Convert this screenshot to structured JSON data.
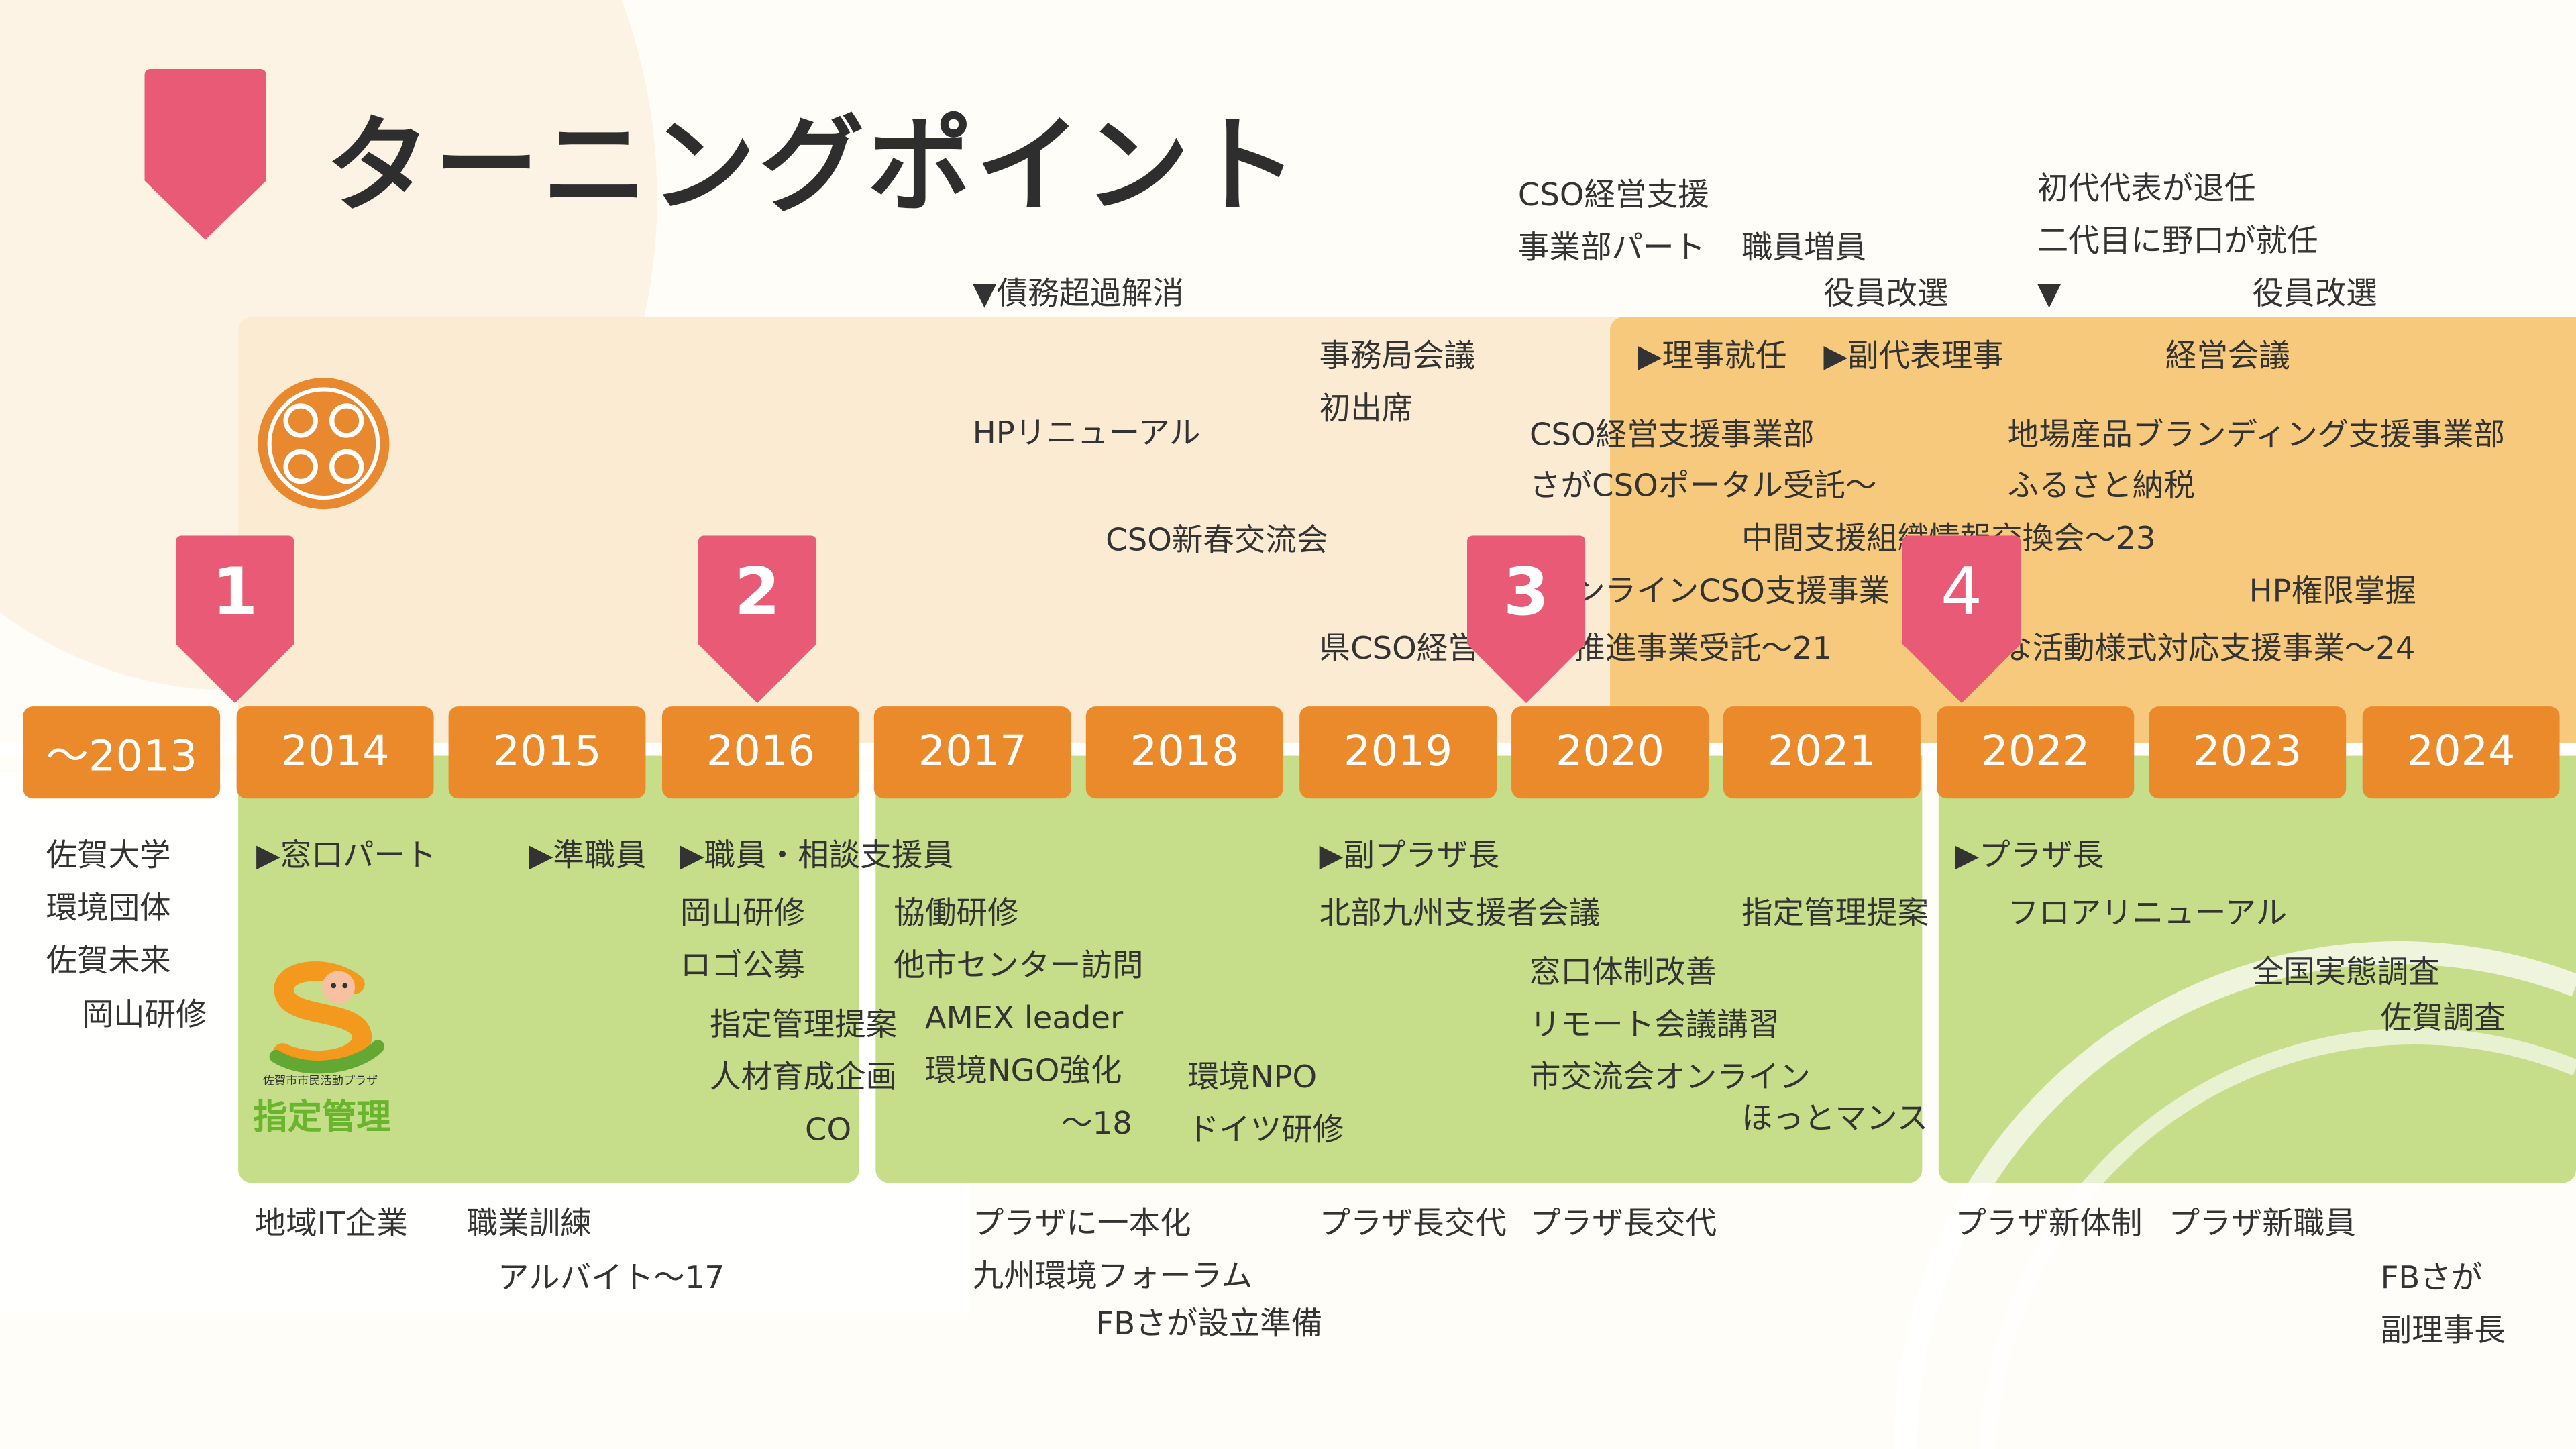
{
  "title": "ターニングポイント",
  "colors": {
    "accent_pink": "#e85a75",
    "year_orange": "#ea8a2b",
    "band_green": "#c6de8a",
    "band_light_orange": "#fcebd3",
    "band_orange": "#f7c97c"
  },
  "markers": [
    "1",
    "2",
    "3",
    "4"
  ],
  "years": [
    "〜2013",
    "2014",
    "2015",
    "2016",
    "2017",
    "2018",
    "2019",
    "2020",
    "2021",
    "2022",
    "2023",
    "2024"
  ],
  "logo": {
    "small_text": "佐賀市市民活動プラザ",
    "label": "指定管理"
  },
  "upper": {
    "c1": "▼債務超過解消",
    "c2": "HPリニューアル",
    "c3": "CSO新春交流会",
    "c4": "事務局会議",
    "c5": "初出席",
    "c6": "県CSO経営",
    "c7": "CSO経営支援",
    "c8": "事業部パート",
    "c9": "職員増員",
    "c10": "役員改選",
    "c11": "▶理事就任",
    "c12": "▶副代表理事",
    "c13": "CSO経営支援事業部",
    "c14": "さがCSOポータル受託〜",
    "c15": "中間支援組織情報交換会〜23",
    "c16": "ンラインCSO支援事業",
    "c17": "推進事業受託〜21",
    "c18": "初代代表が退任",
    "c19": "二代目に野口が就任",
    "c20": "▼",
    "c21": "役員改選",
    "c22": "経営会議",
    "c23": "地場産品ブランディング支援事業部",
    "c24": "ふるさと納税",
    "c25": "HP権限掌握",
    "c26": "な活動様式対応支援事業〜24"
  },
  "lower": {
    "d1": "佐賀大学",
    "d2": "環境団体",
    "d3": "佐賀未来",
    "d4": "岡山研修",
    "d5": "▶窓口パート",
    "d6": "▶準職員",
    "d7": "▶職員・相談支援員",
    "d8": "岡山研修",
    "d9": "ロゴ公募",
    "d10": "指定管理提案",
    "d11": "人材育成企画",
    "d12": "CO",
    "d13": "協働研修",
    "d14": "他市センター訪問",
    "d15": "AMEX leader",
    "d16": "環境NGO強化",
    "d17": "〜18",
    "d18": "環境NPO",
    "d19": "ドイツ研修",
    "d20": "▶副プラザ長",
    "d21": "北部九州支援者会議",
    "d22": "窓口体制改善",
    "d23": "リモート会議講習",
    "d24": "市交流会オンライン",
    "d25": "指定管理提案",
    "d26": "ほっとマンス",
    "d27": "▶プラザ長",
    "d28": "フロアリニューアル",
    "d29": "全国実態調査",
    "d30": "佐賀調査"
  },
  "bottom": {
    "e1": "地域IT企業",
    "e2": "職業訓練",
    "e3": "アルバイト〜17",
    "e4": "プラザに一本化",
    "e5": "九州環境フォーラム",
    "e6": "FBさが設立準備",
    "e7": "プラザ長交代",
    "e8": "プラザ長交代",
    "e9": "プラザ新体制",
    "e10": "プラザ新職員",
    "e11": "FBさが",
    "e12": "副理事長"
  }
}
